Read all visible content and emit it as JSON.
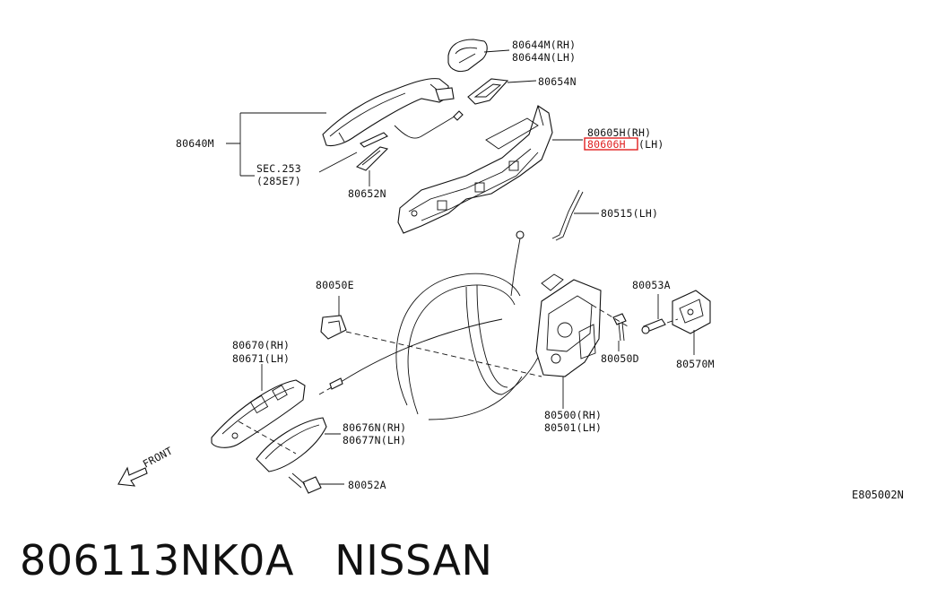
{
  "labels": {
    "p80644": [
      "80644M(RH)",
      "80644N(LH)"
    ],
    "p80654": "80654N",
    "p80605": "80605H(RH)",
    "p80606": "80606H",
    "p80606_suffix": "(LH)",
    "p80640": "80640M",
    "sec": [
      "SEC.253",
      "(285E7)"
    ],
    "p80652": "80652N",
    "p80515": "80515(LH)",
    "p80050E": "80050E",
    "p80053": "80053A",
    "p80670": [
      "80670(RH)",
      "80671(LH)"
    ],
    "p80050D": "80050D",
    "p80570": "80570M",
    "p80500": [
      "80500(RH)",
      "80501(LH)"
    ],
    "p80676": [
      "80676N(RH)",
      "80677N(LH)"
    ],
    "p80052": "80052A",
    "front": "FRONT",
    "diagram_code": "E805002N"
  },
  "highlight": {
    "part": "80606H",
    "color": "#e02020"
  },
  "caption": {
    "part_number": "806113NK0A",
    "brand": "NISSAN"
  }
}
